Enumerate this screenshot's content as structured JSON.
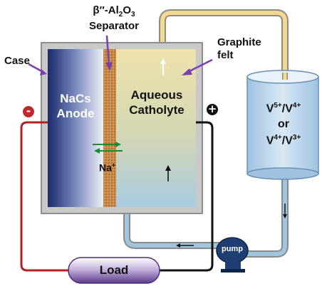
{
  "labels": {
    "separator_line1": "β″-Al",
    "separator_sub": "2",
    "separator_mid": "O",
    "separator_sub2": "3",
    "separator_line2": "Separator",
    "case": "Case",
    "graphite_line1": "Graphite",
    "graphite_line2": "felt",
    "anode_line1": "NaCs",
    "anode_line2": "Anode",
    "catholyte_line1": "Aqueous",
    "catholyte_line2": "Catholyte",
    "ion": "Na",
    "ion_charge": "+",
    "load": "Load",
    "pump": "pump",
    "negative": "-",
    "positive": "+",
    "tank_line1_a": "V",
    "tank_line1_sup_a": "5+",
    "tank_line1_b": "/V",
    "tank_line1_sup_b": "4+",
    "tank_line2": "or",
    "tank_line3_a": "V",
    "tank_line3_sup_a": "4+",
    "tank_line3_b": "/V",
    "tank_line3_sup_b": "3+"
  },
  "colors": {
    "case_frame": "#a9a9a9",
    "anode_dark": "#1a2a6c",
    "anode_light": "#e6e8f4",
    "separator": "#c98a46",
    "catholyte_top": "#ece1a8",
    "catholyte_bottom": "#a9cbdd",
    "tank_liquid": "#bcd7ec",
    "tube_top": "#f2d98c",
    "tube_bottom": "#9fc6dc",
    "wire_negative": "#b22222",
    "wire_positive": "#111111",
    "load_fill": "#7e5aa8",
    "pump_fill": "#1f3f73",
    "arrow_ion": "#1e8a2e",
    "pointer": "#7b3fb0"
  }
}
